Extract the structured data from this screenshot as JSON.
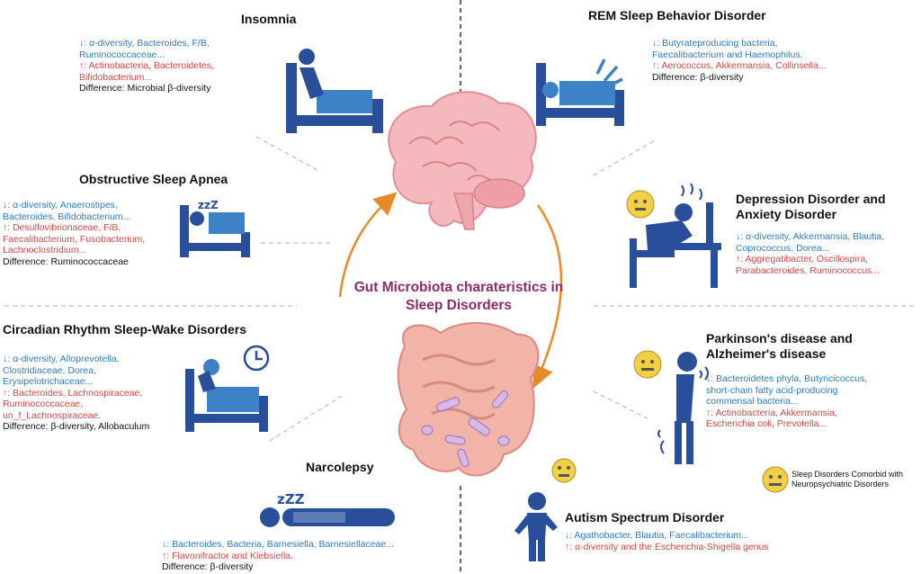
{
  "center_title": [
    "Gut Microbiota charateristics in",
    "Sleep Disorders"
  ],
  "colors": {
    "down": "#2d7bc1",
    "up": "#d04a46",
    "icon": "#2a4f9a",
    "arrow": "#e88a2a",
    "center": "#8e2a67"
  },
  "insomnia": {
    "title": "Insomnia",
    "lines": [
      "↓: α-diversity, Bacteroides, F/B,",
      "Ruminococcaceae...",
      "↑: Actinobacteria,  Bacteroidetes,",
      "Bifidobacterium...",
      "Difference: Microbial β-diversity"
    ]
  },
  "osa": {
    "title": "Obstructive Sleep Apnea",
    "lines": [
      "↓: α-diversity, Anaerostipes,",
      "Bacteroides, Bifidobacterium...",
      "↑: Desulfovibrionaceae, F/B,",
      "Faecalibacterium, Fusobacterium,",
      "Lachnoclostridium...",
      "Difference: Ruminococcaceae"
    ]
  },
  "circadian": {
    "title": "Circadian Rhythm Sleep-Wake Disorders",
    "lines": [
      "↓: α-diversity, Alloprevotella,",
      "Clostridiaceae, Dorea,",
      "Erysipelotrichaceae...",
      "↑: Bacteroides,  Lachnospiraceae,",
      "Ruminococcaceae,",
      "un_f_Lachnospiraceae.",
      "Difference: β-diversity, Allobaculum"
    ]
  },
  "narcolepsy": {
    "title": "Narcolepsy",
    "lines": [
      "↓: Bacteroides, Bacteria, Barnesiella, Barnesiellaceae...",
      "↑: Flavonifractor and Klebsiella.",
      "Difference: β-diversity"
    ]
  },
  "rem": {
    "title": "REM Sleep Behavior Disorder",
    "lines": [
      "↓: Butyrateproducing bacteria,",
      "Faecalibacterium and Haemophilus.",
      "↑: Aerococcus, Akkermansia, Collinsella...",
      "Difference: β-diversity"
    ]
  },
  "depression": {
    "title": [
      "Depression Disorder and",
      "Anxiety Disorder"
    ],
    "lines": [
      "↓: α-diversity, Akkermansia, Blautia,",
      "Coprococcus, Dorea...",
      "↑: Aggregatibacter, Oscillospira,",
      "Parabacteroides, Ruminococcus..."
    ]
  },
  "parkinson": {
    "title": [
      "Parkinson's disease and",
      "Alzheimer's disease"
    ],
    "lines": [
      "↓: Bacteroidetes phyla, Butyricicoccus,",
      "short-chain fatty acid-producing",
      "commensal bacteria...",
      "↑: Actinobacteria, Akkermansia,",
      "Escherichia coli, Prevotella..."
    ]
  },
  "autism": {
    "title": "Autism Spectrum Disorder",
    "lines": [
      "↓: Agathobacter, Blautia, Faecalibacterium...",
      "↑: α-diversity and the Escherichia-Shigella genus"
    ]
  },
  "legend": {
    "lines": [
      "Sleep Disorders Comorbid with",
      "Neuropsychiatric Disorders"
    ]
  }
}
